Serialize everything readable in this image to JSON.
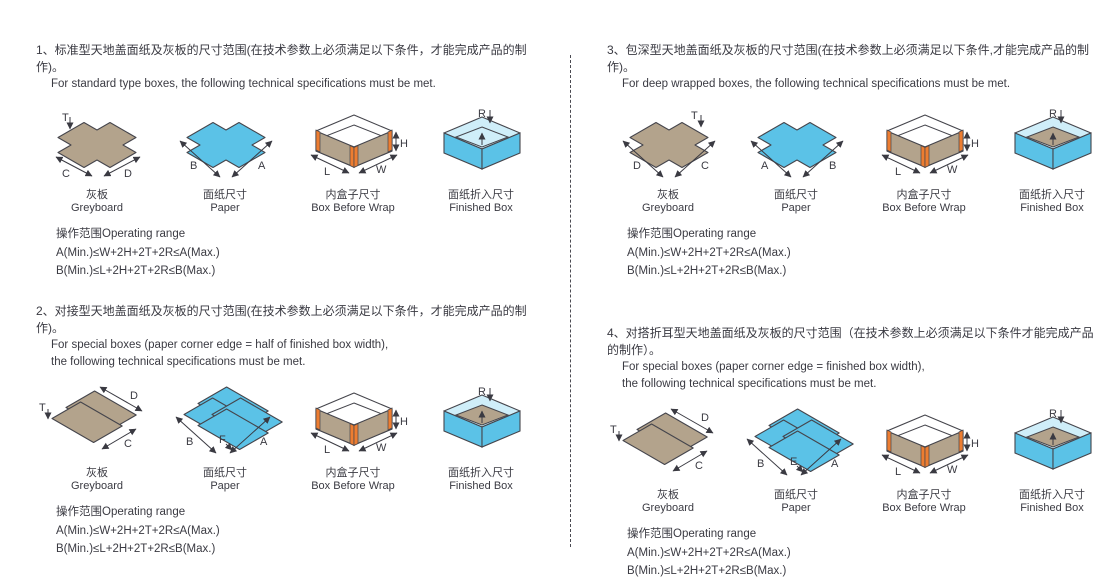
{
  "colors": {
    "greyboard": "#b3a38c",
    "paper": "#5bc2e7",
    "corner_tab": "#ed7d31",
    "outline": "#45454c",
    "text": "#3a3a42"
  },
  "sections": [
    {
      "title_zh": "1、标准型天地盖面纸及灰板的尺寸范围(在技术参数上必须满足以下条件，才能完成产品的制作)。",
      "title_en1": "For standard type boxes, the following technical specifications must be met.",
      "diagrams": [
        {
          "caption_zh": "灰板",
          "caption_en": "Greyboard",
          "labels": {
            "t": "T",
            "bl": "C",
            "br": "D"
          }
        },
        {
          "caption_zh": "面纸尺寸",
          "caption_en": "Paper",
          "labels": {
            "bl": "B",
            "br": "A"
          }
        },
        {
          "caption_zh": "内盒子尺寸",
          "caption_en": "Box Before Wrap",
          "labels": {
            "l": "L",
            "w": "W",
            "h": "H"
          }
        },
        {
          "caption_zh": "面纸折入尺寸",
          "caption_en": "Finished Box",
          "labels": {
            "r": "R"
          }
        }
      ],
      "operating": {
        "label": "操作范围Operating range",
        "formula_a": "A(Min.)≤W+2H+2T+2R≤A(Max.)",
        "formula_b": "B(Min.)≤L+2H+2T+2R≤B(Max.)"
      }
    },
    {
      "title_zh": "2、对接型天地盖面纸及灰板的尺寸范围(在技术参数上必须满足以下条件，才能完成产品的制作)。",
      "title_en1": "For special boxes (paper corner edge = half of finished box width),",
      "title_en2": "the following technical specifications must be met.",
      "diagrams": [
        {
          "caption_zh": "灰板",
          "caption_en": "Greyboard",
          "labels": {
            "t": "T",
            "tr": "D",
            "br": "C"
          }
        },
        {
          "caption_zh": "面纸尺寸",
          "caption_en": "Paper",
          "labels": {
            "bl": "B",
            "mid": "F",
            "br": "A"
          }
        },
        {
          "caption_zh": "内盒子尺寸",
          "caption_en": "Box Before Wrap",
          "labels": {
            "l": "L",
            "w": "W",
            "h": "H"
          }
        },
        {
          "caption_zh": "面纸折入尺寸",
          "caption_en": "Finished Box",
          "labels": {
            "r": "R"
          }
        }
      ],
      "operating": {
        "label": "操作范围Operating range",
        "formula_a": "A(Min.)≤W+2H+2T+2R≤A(Max.)",
        "formula_b": "B(Min.)≤L+2H+2T+2R≤B(Max.)"
      }
    },
    {
      "title_zh": "3、包深型天地盖面纸及灰板的尺寸范围(在技术参数上必须满足以下条件,才能完成产品的制作)。",
      "title_en1": "For deep wrapped boxes, the following technical specifications must be met.",
      "diagrams": [
        {
          "caption_zh": "灰板",
          "caption_en": "Greyboard",
          "labels": {
            "t": "T",
            "bl": "D",
            "br": "C"
          }
        },
        {
          "caption_zh": "面纸尺寸",
          "caption_en": "Paper",
          "labels": {
            "bl": "A",
            "br": "B"
          }
        },
        {
          "caption_zh": "内盒子尺寸",
          "caption_en": "Box Before Wrap",
          "labels": {
            "l": "L",
            "w": "W",
            "h": "H"
          }
        },
        {
          "caption_zh": "面纸折入尺寸",
          "caption_en": "Finished Box",
          "labels": {
            "r": "R"
          }
        }
      ],
      "operating": {
        "label": "操作范围Operating range",
        "formula_a": "A(Min.)≤W+2H+2T+2R≤A(Max.)",
        "formula_b": "B(Min.)≤L+2H+2T+2R≤B(Max.)"
      }
    },
    {
      "title_zh": "4、对搭折耳型天地盖面纸及灰板的尺寸范围（在技术参数上必须满足以下条件才能完成产品的制作）。",
      "title_en1": "For special boxes (paper corner edge = finished box width),",
      "title_en2": "the following technical specifications must be met.",
      "diagrams": [
        {
          "caption_zh": "灰板",
          "caption_en": "Greyboard",
          "labels": {
            "t": "T",
            "tr": "D",
            "br": "C"
          }
        },
        {
          "caption_zh": "面纸尺寸",
          "caption_en": "Paper",
          "labels": {
            "bl": "B",
            "mid": "E",
            "br": "A"
          }
        },
        {
          "caption_zh": "内盒子尺寸",
          "caption_en": "Box Before Wrap",
          "labels": {
            "l": "L",
            "w": "W",
            "h": "H"
          }
        },
        {
          "caption_zh": "面纸折入尺寸",
          "caption_en": "Finished Box",
          "labels": {
            "r": "R"
          }
        }
      ],
      "operating": {
        "label": "操作范围Operating range",
        "formula_a": "A(Min.)≤W+2H+2T+2R≤A(Max.)",
        "formula_b": "B(Min.)≤L+2H+2T+2R≤B(Max.)"
      }
    }
  ]
}
